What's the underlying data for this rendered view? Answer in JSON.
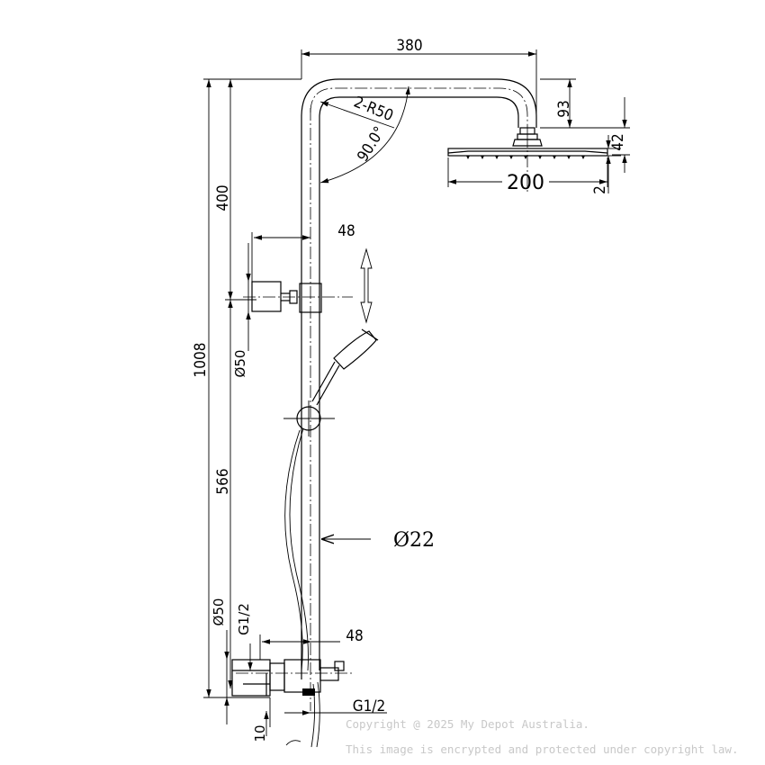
{
  "dimensions": {
    "top_width": "380",
    "head_drop": "93",
    "head_thickness": "42",
    "head_edge": "2",
    "head_diameter": "200",
    "bend_radius": "2-R50",
    "bend_angle": "90.0°",
    "upper_height": "400",
    "overall_height": "1008",
    "lower_height": "566",
    "holder_offset": "48",
    "holder_diameter": "Ø50",
    "pipe_diameter": "Ø22",
    "base_diameter": "Ø50",
    "inlet_thread": "G1/2",
    "mixer_offset": "48",
    "outlet_thread": "G1/2",
    "base_gap": "10"
  },
  "watermark": {
    "line1": "Copyright @ 2025 My Depot Australia.",
    "line2": "This image is encrypted and protected under copyright law."
  }
}
